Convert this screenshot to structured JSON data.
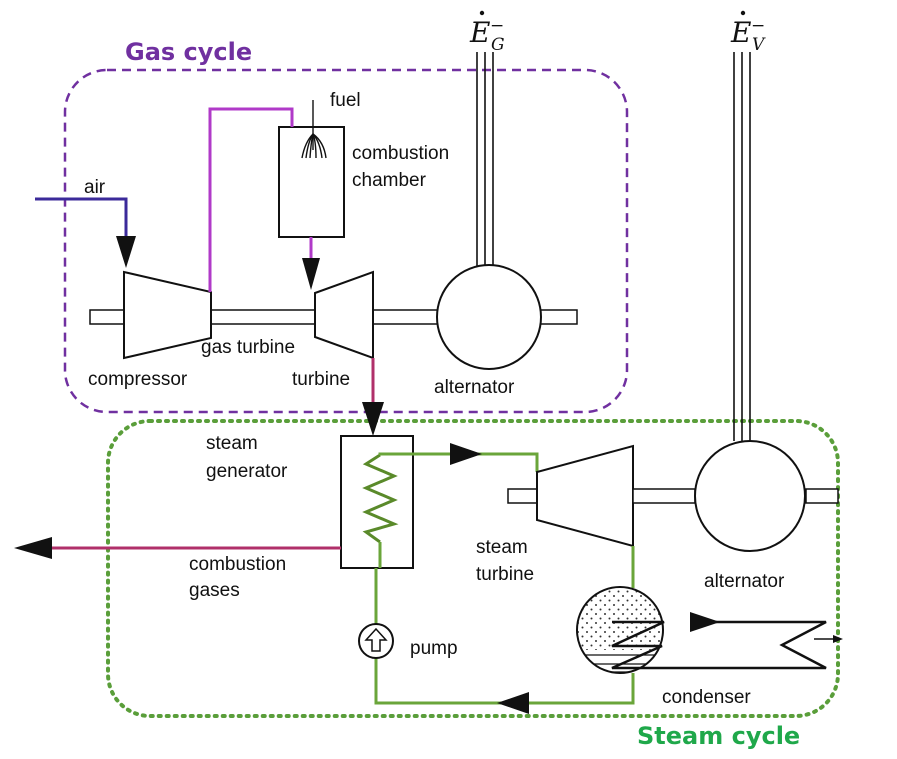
{
  "cycles": {
    "gas": {
      "title": "Gas cycle",
      "color": "#7030a0"
    },
    "steam": {
      "title": "Steam cycle",
      "color": "#1fa84a"
    }
  },
  "outputs": {
    "gas": {
      "symbol": "E",
      "sup": "−",
      "sub": "G"
    },
    "steam": {
      "symbol": "E",
      "sup": "−",
      "sub": "V"
    }
  },
  "labels": {
    "air": "air",
    "fuel": "fuel",
    "combustion_chamber_1": "combustion",
    "combustion_chamber_2": "chamber",
    "compressor": "compressor",
    "gas_turbine": "gas turbine",
    "turbine": "turbine",
    "alternator_gas": "alternator",
    "steam_generator_1": "steam",
    "steam_generator_2": "generator",
    "combustion_gases_1": "combustion",
    "combustion_gases_2": "gases",
    "steam_turbine_1": "steam",
    "steam_turbine_2": "turbine",
    "alternator_steam": "alternator",
    "pump": "pump",
    "condenser": "condenser"
  },
  "colors": {
    "air_line": "#3b2a9a",
    "fuel_air_line": "#b03ac8",
    "exhaust_line": "#b0306a",
    "water_steam_line": "#6aa53a",
    "steam_cycle_border": "#5a9e3a"
  }
}
